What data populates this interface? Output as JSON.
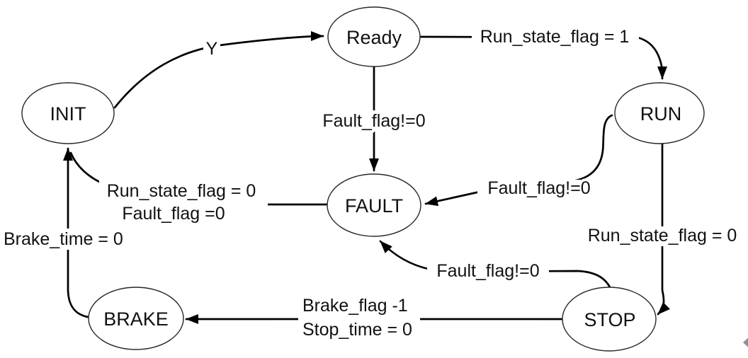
{
  "diagram": {
    "kind": "state-machine",
    "background": "#ffffff",
    "line_color": "#000000",
    "text_color": "#111111"
  },
  "states": [
    {
      "id": "init",
      "label": "INIT"
    },
    {
      "id": "ready",
      "label": "Ready"
    },
    {
      "id": "run",
      "label": "RUN"
    },
    {
      "id": "fault",
      "label": "FAULT"
    },
    {
      "id": "stop",
      "label": "STOP"
    },
    {
      "id": "brake",
      "label": "BRAKE"
    }
  ],
  "transitions": [
    {
      "id": "init-to-ready",
      "from": "INIT",
      "to": "Ready",
      "label": "Y"
    },
    {
      "id": "ready-to-run",
      "from": "Ready",
      "to": "RUN",
      "label": "Run_state_flag = 1"
    },
    {
      "id": "ready-to-fault",
      "from": "Ready",
      "to": "FAULT",
      "label": "Fault_flag!=0"
    },
    {
      "id": "run-to-fault",
      "from": "RUN",
      "to": "FAULT",
      "label": "Fault_flag!=0"
    },
    {
      "id": "run-to-stop",
      "from": "RUN",
      "to": "STOP",
      "label": "Run_state_flag = 0"
    },
    {
      "id": "stop-to-fault",
      "from": "STOP",
      "to": "FAULT",
      "label": "Fault_flag!=0"
    },
    {
      "id": "stop-to-brake",
      "from": "STOP",
      "to": "BRAKE",
      "label_lines": [
        "Brake_flag -1",
        "Stop_time = 0"
      ]
    },
    {
      "id": "fault-to-init",
      "from": "FAULT",
      "to": "INIT",
      "label_lines": [
        "Run_state_flag = 0",
        "Fault_flag =0"
      ]
    },
    {
      "id": "brake-to-init",
      "from": "BRAKE",
      "to": "INIT",
      "label": "Brake_time = 0"
    }
  ],
  "corner_glyph": {
    "name": "collapse-arrow",
    "color": "#8f8f8f"
  }
}
